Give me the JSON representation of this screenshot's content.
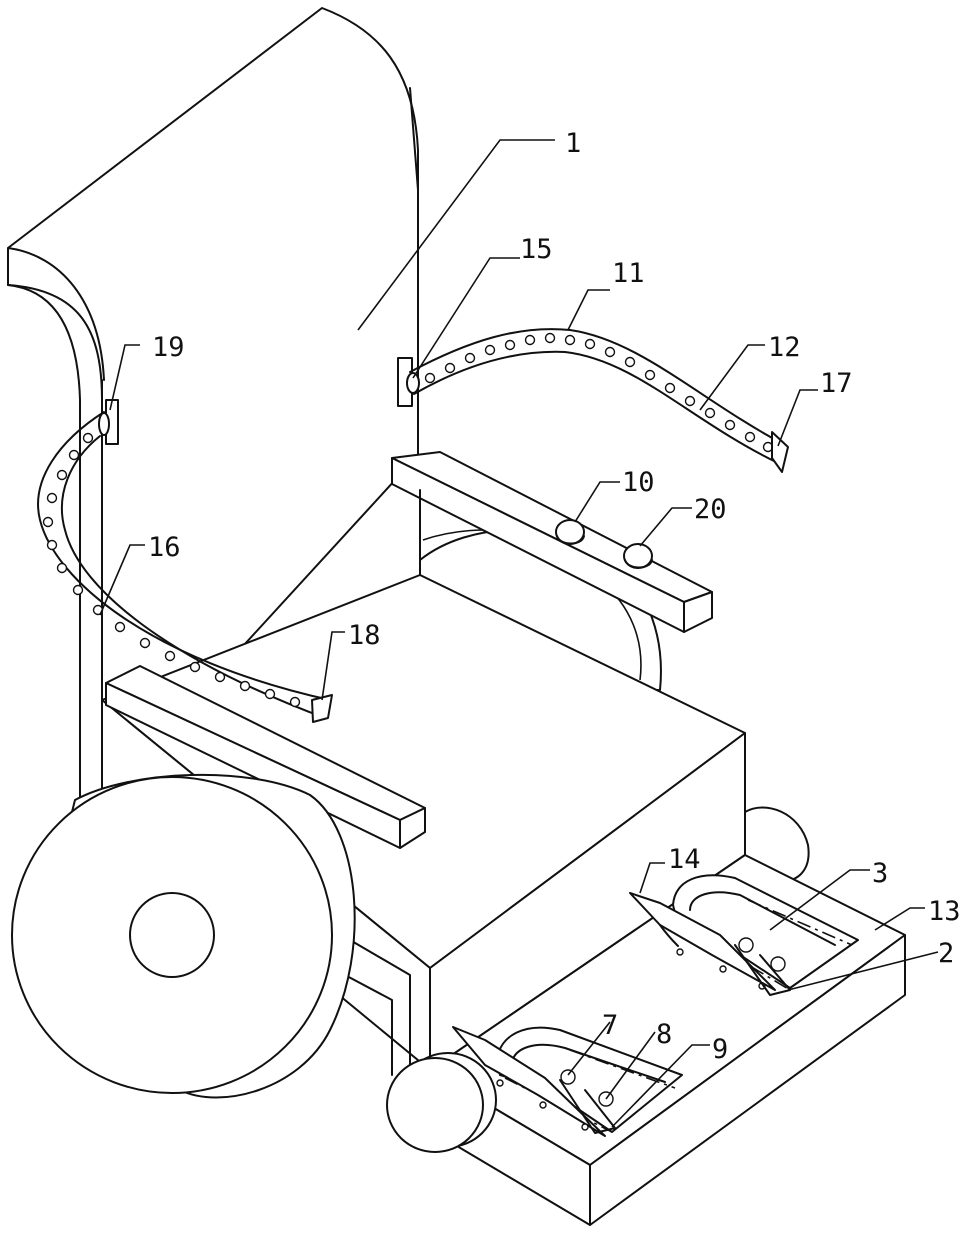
{
  "figure": {
    "labels": {
      "l1": "1",
      "l2": "2",
      "l3": "3",
      "l7": "7",
      "l8": "8",
      "l9": "9",
      "l10": "10",
      "l11": "11",
      "l12": "12",
      "l13": "13",
      "l14": "14",
      "l15": "15",
      "l16": "16",
      "l17": "17",
      "l18": "18",
      "l19": "19",
      "l20": "20"
    }
  }
}
